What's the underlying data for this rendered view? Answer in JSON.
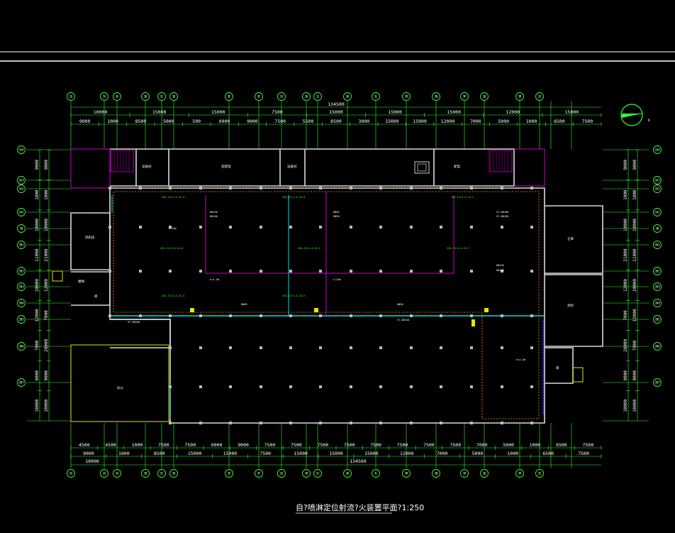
{
  "drawing": {
    "title": "自?喷淋定位射流?火装置平面?1:250",
    "north_arrow": "north-arrow-icon"
  },
  "axes_top": [
    "2A",
    "2A",
    "3A",
    "3B",
    "3C",
    "3D",
    "3E",
    "3F",
    "3G",
    "3H",
    "3J",
    "3K",
    "3L",
    "3M",
    "3N",
    "3P",
    "3Q",
    "3R",
    "3S"
  ],
  "axes_bottom": [
    "2A",
    "2A",
    "3A",
    "3B",
    "3C",
    "3D",
    "3E",
    "3F",
    "3G",
    "3H",
    "3J",
    "3K",
    "3L",
    "3M",
    "3N",
    "3P",
    "3Q",
    "3R",
    "3S"
  ],
  "axes_left": [
    "3A4",
    "3A3",
    "3A2",
    "3A1",
    "3B",
    "3B1",
    "3B2",
    "3B3",
    "3B4",
    "3B5",
    "3B6",
    "3B7"
  ],
  "axes_right": [
    "3A4",
    "3A3",
    "3A2",
    "3A1",
    "3B",
    "3B1",
    "3B2",
    "3B3",
    "3B4",
    "3B5",
    "3B6",
    "3B7"
  ],
  "dims_top": {
    "overall": "134500",
    "row1": [
      "10000",
      "15000",
      "15000",
      "7500",
      "15000",
      "15000",
      "15000",
      "12000",
      "15000"
    ],
    "row2": [
      "9000",
      "1000",
      "8500",
      "5000",
      "500",
      "6000",
      "9000",
      "7500",
      "5500",
      "8500",
      "3000",
      "15000",
      "15000",
      "12000",
      "7000",
      "5000",
      "1000",
      "6500",
      "7500"
    ]
  },
  "dims_bottom": {
    "overall": "134500",
    "row1": [
      "4500",
      "4500",
      "1000",
      "7500",
      "7500",
      "6000",
      "9000",
      "7500",
      "7500",
      "7500",
      "7500",
      "7500",
      "7500",
      "7500",
      "7500",
      "7000",
      "5000",
      "1000",
      "6500",
      "7500"
    ],
    "row2": [
      "9000",
      "1000",
      "8500",
      "15000",
      "15000",
      "7500",
      "15000",
      "15000",
      "15000",
      "12000",
      "7000",
      "5000",
      "1000",
      "6500",
      "7500"
    ],
    "row3": [
      "10000"
    ]
  },
  "dims_left": {
    "outer": [
      "9000",
      "1000",
      "10000",
      "11000",
      "20000",
      "12000",
      "7000",
      "9000",
      "10000"
    ],
    "inner": [
      "9000",
      "1000",
      "10000",
      "21000",
      "12000",
      "7000",
      "28000",
      "9000",
      "10000"
    ]
  },
  "dims_right": {
    "outer": [
      "9000",
      "1000",
      "10000",
      "21000",
      "12000",
      "7000",
      "28000",
      "9000",
      "10000"
    ],
    "inner": [
      "9000",
      "1000",
      "10000",
      "11000",
      "20000",
      "12000",
      "7000",
      "9000",
      "10000"
    ]
  },
  "rooms": [
    "设备间",
    "变配电",
    "设备间",
    "配电",
    "风机房",
    "楼梯",
    "库",
    "办公",
    "仓库",
    "消控",
    "库"
  ],
  "annotations": {
    "green": [
      "ZSQ-IV/4-A-15-A",
      "ZSQ-IV/4-A-15-B",
      "ZSQ-IV/4-A-15-C",
      "ZSQ-IV/4-A-15-D",
      "ZSQ-IV/4-A-15-E",
      "ZSQ-IV/4-A-15-F",
      "ZSQ-IV/4-A-15-G",
      "ZSQ-IV/4-A-15-H"
    ],
    "white": [
      "DN150",
      "DN100",
      "DN65",
      "DN50",
      "SY-DN100",
      "SY-DN150",
      "h=4.5m",
      "L=25m"
    ]
  },
  "legend_note": "DN150"
}
